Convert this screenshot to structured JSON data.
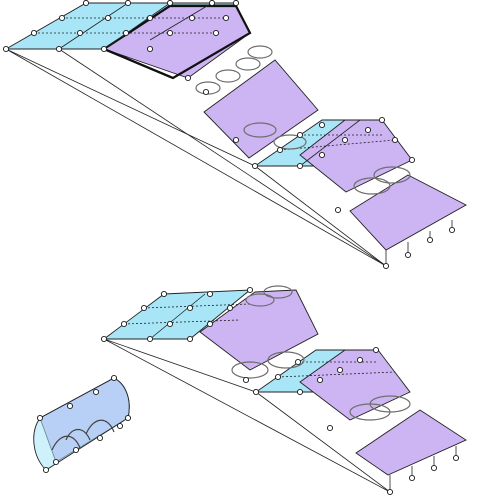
{
  "colors": {
    "cyan": "#a8e6f7",
    "lavender": "#cdb4f3",
    "line": "#1a1a1a",
    "node_fill": "#ffffff",
    "coil": "#6e6e6e"
  },
  "figure": {
    "panels": [
      {
        "name": "upper-stack",
        "description_visible": false
      },
      {
        "name": "lower-stack",
        "description_visible": false
      },
      {
        "name": "cylinder-inset",
        "description_visible": false
      }
    ]
  }
}
